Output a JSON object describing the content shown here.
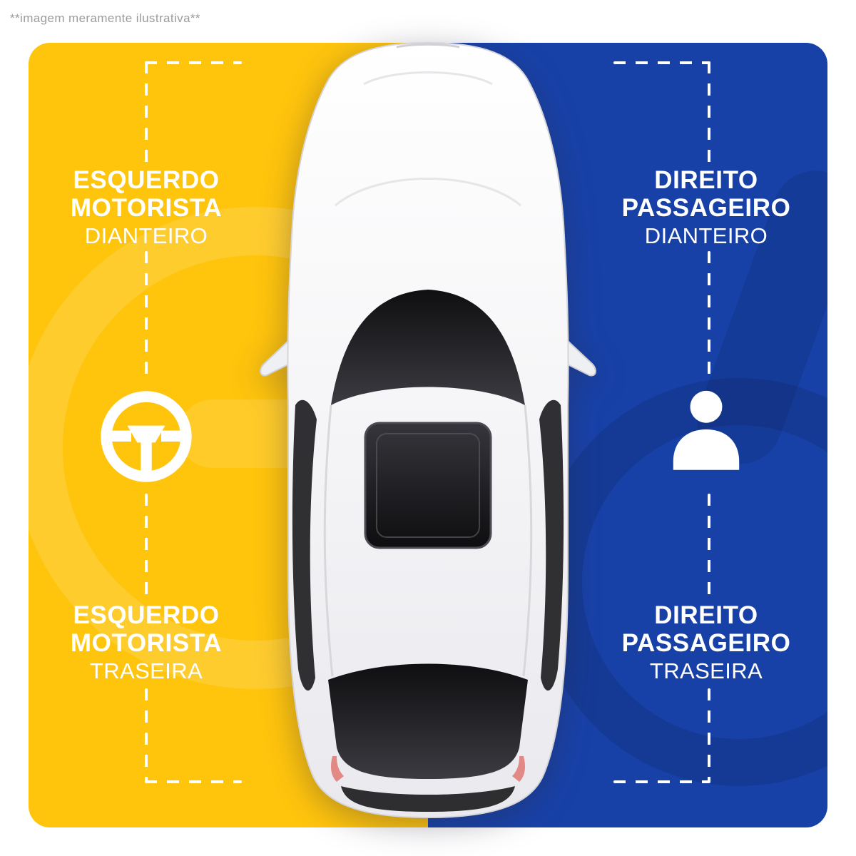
{
  "disclaimer": "**imagem meramente ilustrativa**",
  "colors": {
    "driver_side_yellow": "#FFC40C",
    "passenger_side_blue": "#1841A8",
    "label_text": "#FFFFFF",
    "disclaimer_text": "#9B9B9B"
  },
  "driver_side": {
    "front": {
      "line1": "ESQUERDO",
      "line2": "MOTORISTA",
      "line3": "DIANTEIRO"
    },
    "rear": {
      "line1": "ESQUERDO",
      "line2": "MOTORISTA",
      "line3": "TRASEIRA"
    },
    "icon": "steering-wheel-icon"
  },
  "passenger_side": {
    "front": {
      "line1": "DIREITO",
      "line2": "PASSAGEIRO",
      "line3": "DIANTEIRO"
    },
    "rear": {
      "line1": "DIREITO",
      "line2": "PASSAGEIRO",
      "line3": "TRASEIRA"
    },
    "icon": "person-icon"
  }
}
